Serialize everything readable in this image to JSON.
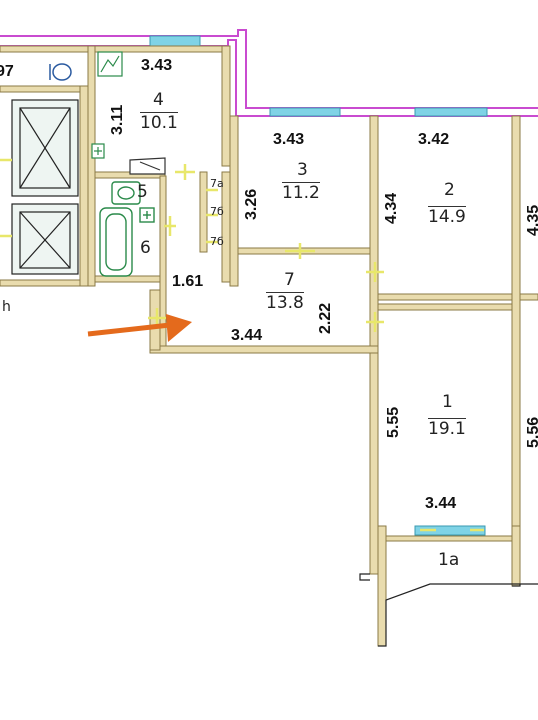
{
  "colors": {
    "wall": "#c9b57a",
    "wall_outline": "#8a7a46",
    "window": "#7fd3e6",
    "exterior": "#c94bd0",
    "door_mark": "#e8e76a",
    "arrow": "#e46a1c",
    "fixture": "#2a8a4a"
  },
  "icons": [
    "toilet-icon",
    "sink-icon",
    "bathtub-icon",
    "shaft-cross-icon",
    "arrow-icon"
  ],
  "labels": {
    "top_left_partial": "97",
    "left_partial": "h",
    "dim_room4_top": "3.43",
    "dim_room4_side": "3.11",
    "room4_num": "4",
    "room4_area": "10.1",
    "room5_num": "5",
    "room6_num": "6",
    "room7a": "7a",
    "room7b_1": "7б",
    "room7b_2": "7б",
    "dim_corridor": "1.61",
    "dim_room3_top": "3.43",
    "dim_room3_side": "3.26",
    "room3_num": "3",
    "room3_area": "11.2",
    "dim_room2_top": "3.42",
    "dim_room2_side": "4.34",
    "room2_num": "2",
    "room2_area": "14.9",
    "dim_right_side": "4.35",
    "room7_num": "7",
    "room7_area": "13.8",
    "dim_room7_side": "2.22",
    "dim_room7_bottom": "3.44",
    "dim_room1_side": "5.55",
    "room1_num": "1",
    "room1_area": "19.1",
    "dim_right_lower": "5.56",
    "dim_room1_bottom": "3.44",
    "room1a": "1a"
  }
}
